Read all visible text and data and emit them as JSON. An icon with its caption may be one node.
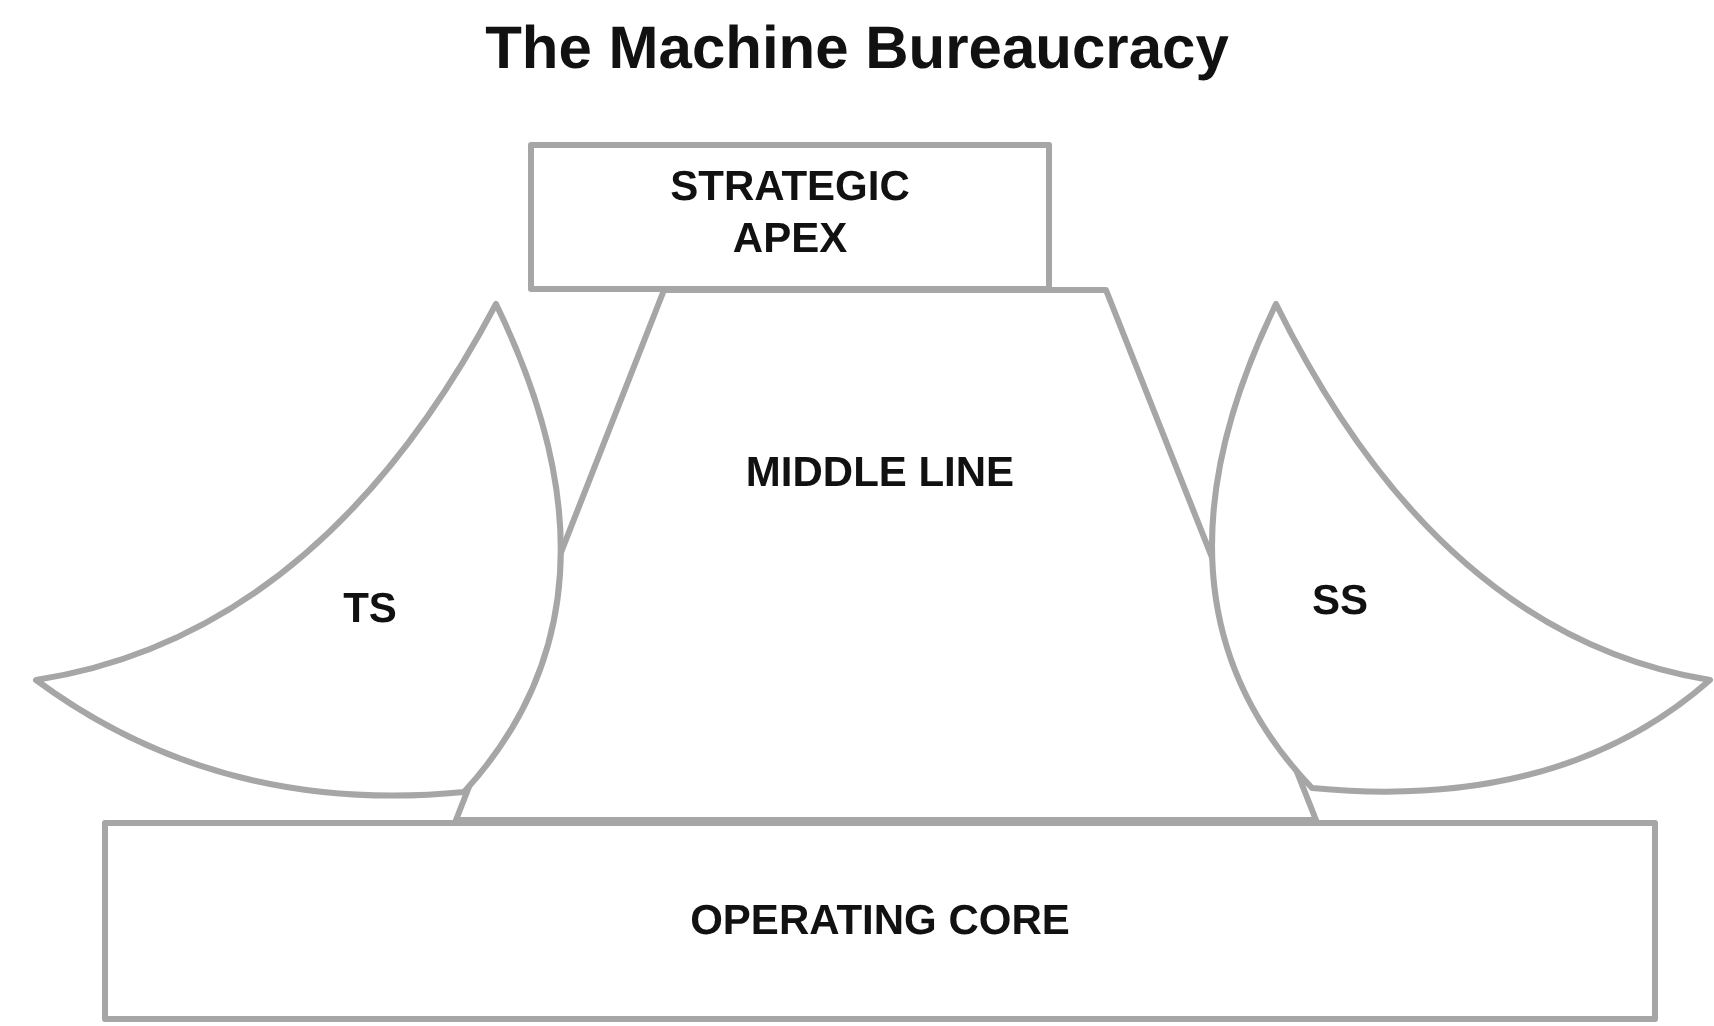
{
  "diagram": {
    "title": "The Machine Bureaucracy",
    "nodes": [
      {
        "text": [
          "STRATEGIC APEX"
        ]
      },
      {
        "text": [
          "MIDDLE LINE"
        ]
      },
      {
        "text": [
          "TS"
        ]
      },
      {
        "text": [
          "SS"
        ]
      },
      {
        "text": [
          "OPERATING CORE"
        ]
      }
    ]
  }
}
